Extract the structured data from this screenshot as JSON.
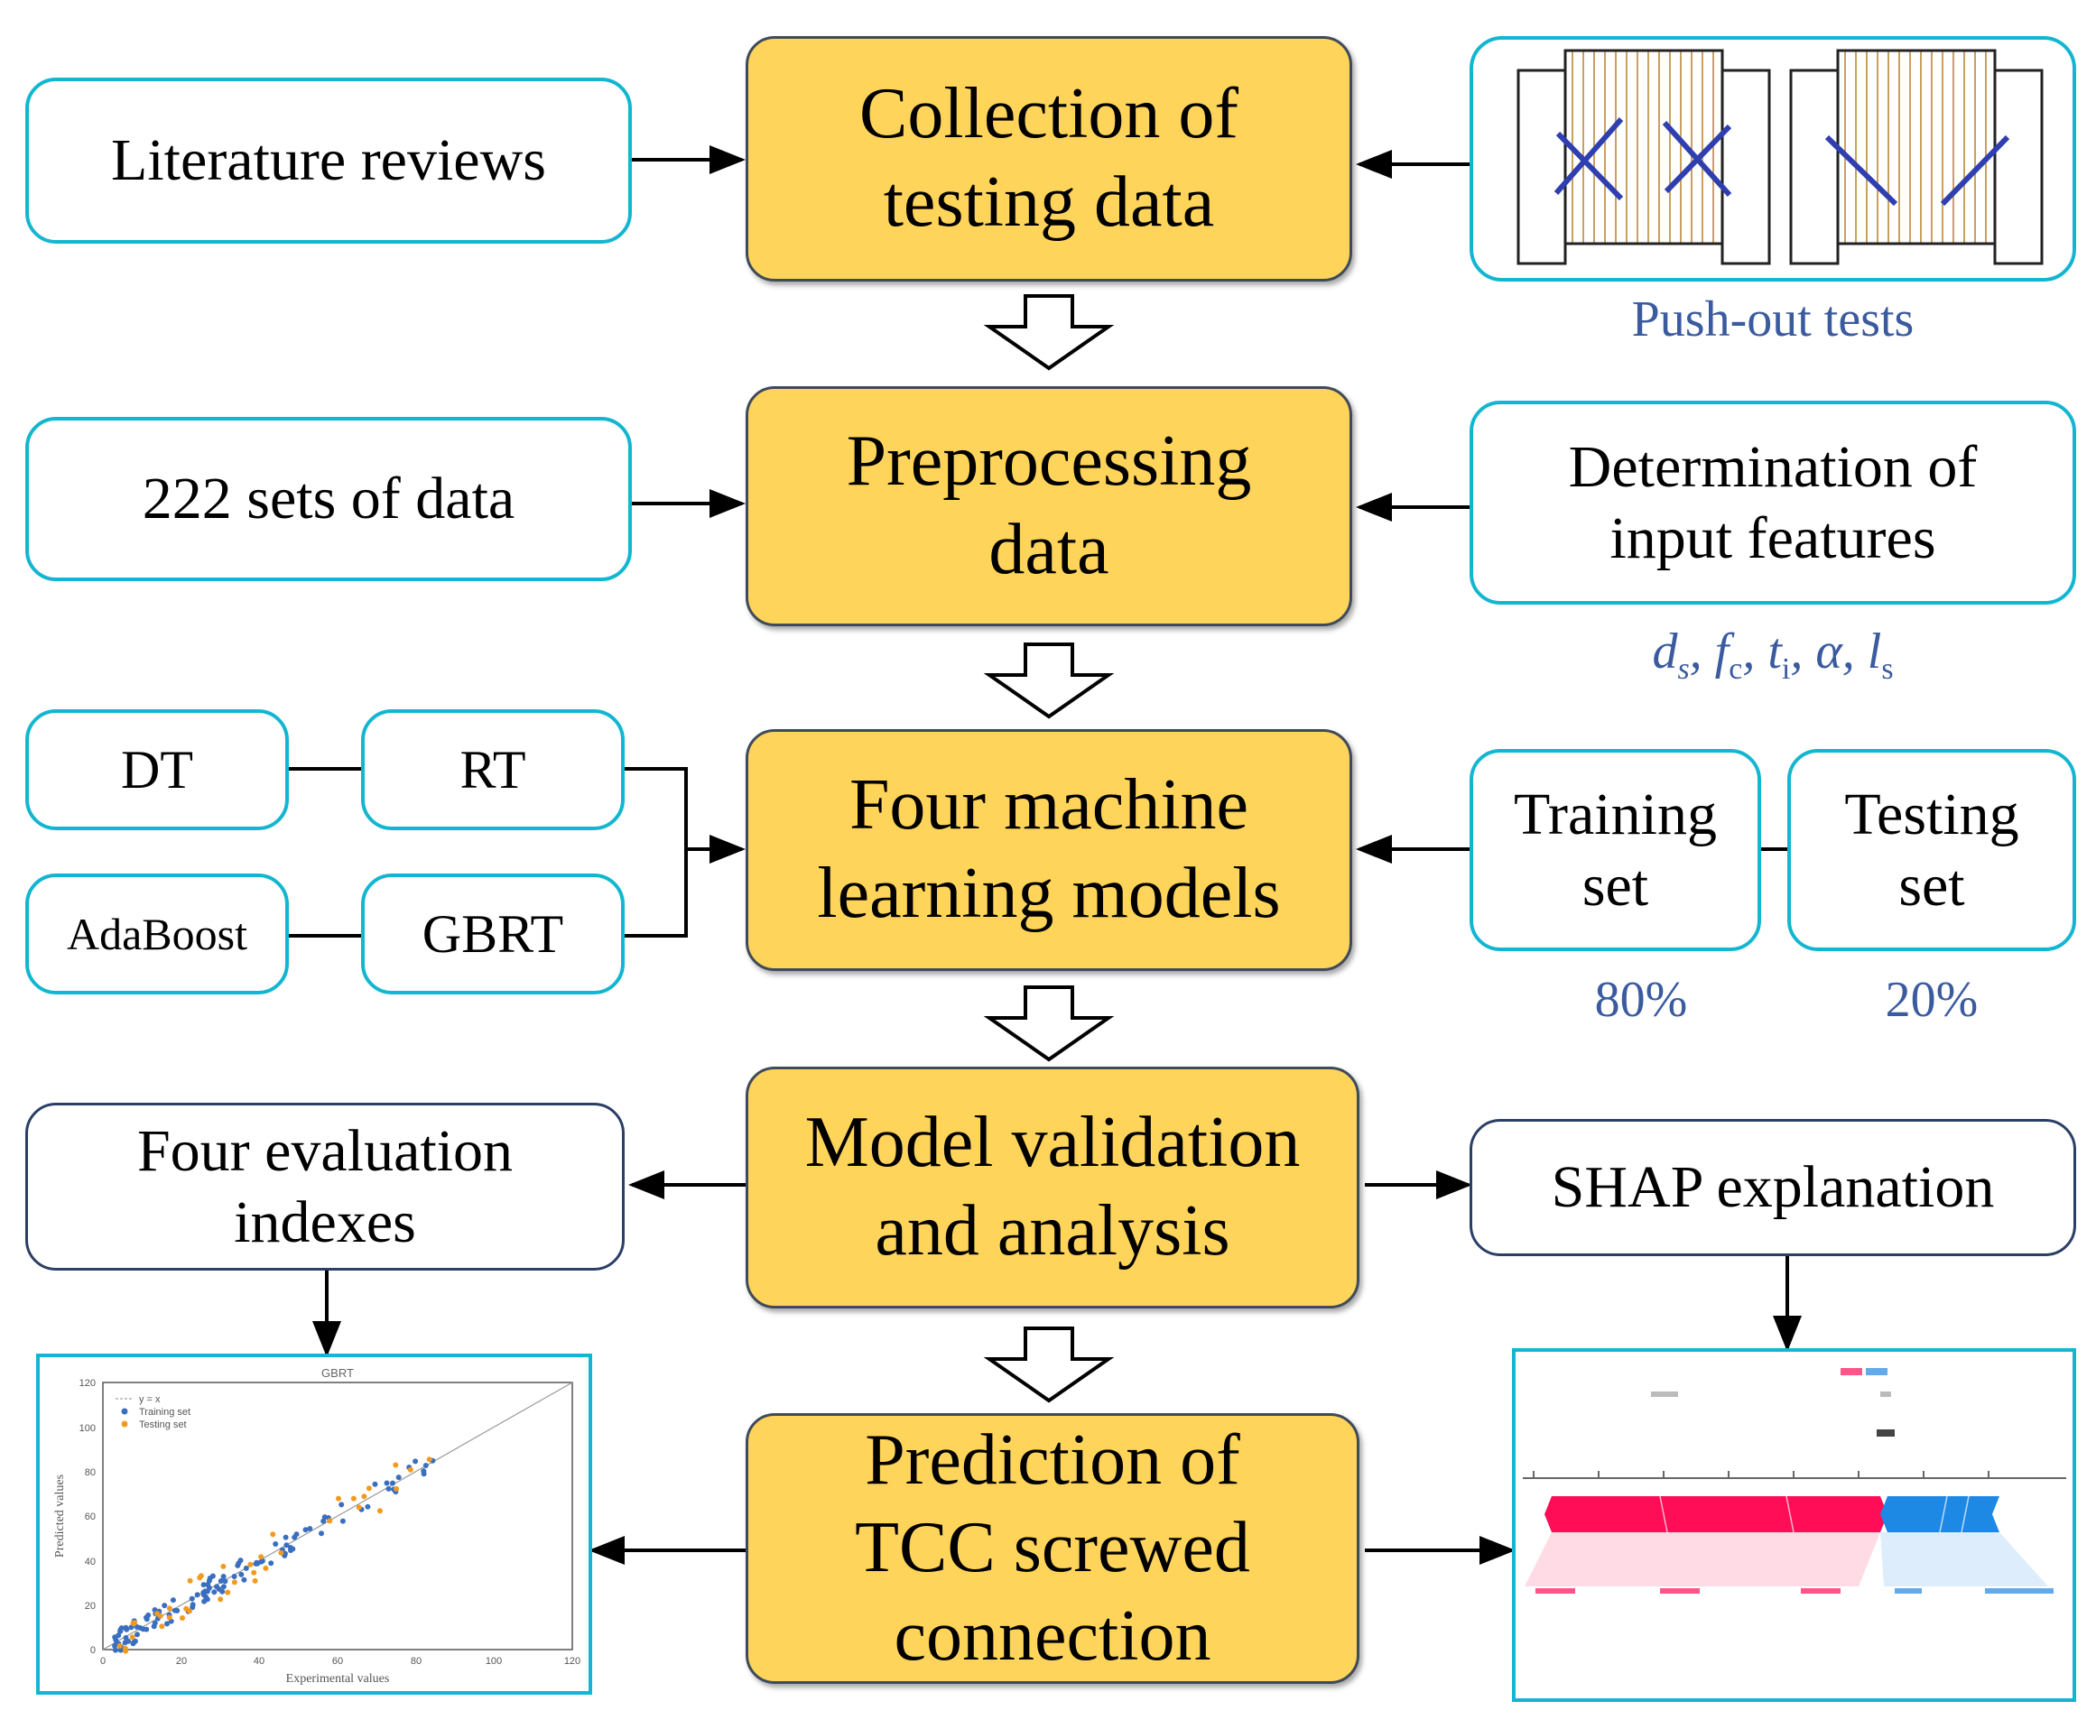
{
  "flow": {
    "step1": "Collection  of\ntesting  data",
    "step2": "Preprocessing\ndata",
    "step3": "Four machine\nlearning  models",
    "step4": "Model validation\nand analysis",
    "step5": "Prediction  of\nTCC screwed\nconnection"
  },
  "left": {
    "literature": "Literature reviews",
    "data_sets": "222 sets of data",
    "models": [
      "DT",
      "RT",
      "AdaBoost",
      "GBRT"
    ],
    "evaluation": "Four evaluation\nindexes"
  },
  "right": {
    "push_out_caption": "Push-out tests",
    "determination": "Determination of\ninput features",
    "features_main": [
      "d",
      "f",
      "t",
      "α",
      "l"
    ],
    "features_sub": [
      "s",
      "c",
      "i",
      "",
      "s"
    ],
    "training": "Training\nset",
    "testing": "Testing\nset",
    "training_pct": "80%",
    "testing_pct": "20%",
    "shap": "SHAP explanation"
  },
  "thumb_scatter": {
    "title": "GBRT",
    "xlabel": "Experimental values",
    "ylabel": "Predicted values",
    "legend": [
      "y = x",
      "Training set",
      "Testing set"
    ],
    "ticks": [
      "0",
      "20",
      "40",
      "60",
      "80",
      "100",
      "120"
    ]
  },
  "colors": {
    "center_fill": "#ffd45a",
    "cyan_border": "#13b6d0",
    "navy_border": "#2b3f66",
    "caption_blue": "#3b5b9f",
    "shap_red": "#ff0d57",
    "shap_blue": "#1e88e5",
    "train_point": "#3a6fbf",
    "test_point": "#f39a1e"
  }
}
